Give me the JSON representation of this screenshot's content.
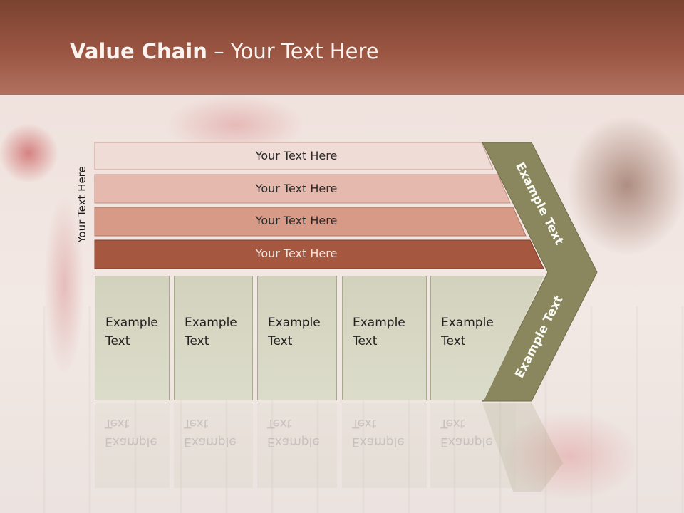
{
  "slide": {
    "title_bold": "Value Chain",
    "title_rest": " – Your Text Here",
    "side_label": "Your Text Here"
  },
  "bars": [
    {
      "label": "Your Text Here",
      "color": "#efdcd6"
    },
    {
      "label": "Your Text Here",
      "color": "#e5b9ad"
    },
    {
      "label": "Your Text Here",
      "color": "#d69a86"
    },
    {
      "label": "Your Text Here",
      "color": "#a6573f"
    }
  ],
  "boxes": [
    {
      "line1": "Example",
      "line2": "Text"
    },
    {
      "line1": "Example",
      "line2": "Text"
    },
    {
      "line1": "Example",
      "line2": "Text"
    },
    {
      "line1": "Example",
      "line2": "Text"
    },
    {
      "line1": "Example",
      "line2": "Text"
    }
  ],
  "chevron": {
    "upper_text": "Example Text",
    "lower_text": "Example Text",
    "color": "#8a875e"
  },
  "colors": {
    "box_fill": "#d5d5c2",
    "header": "#8e4c38"
  }
}
